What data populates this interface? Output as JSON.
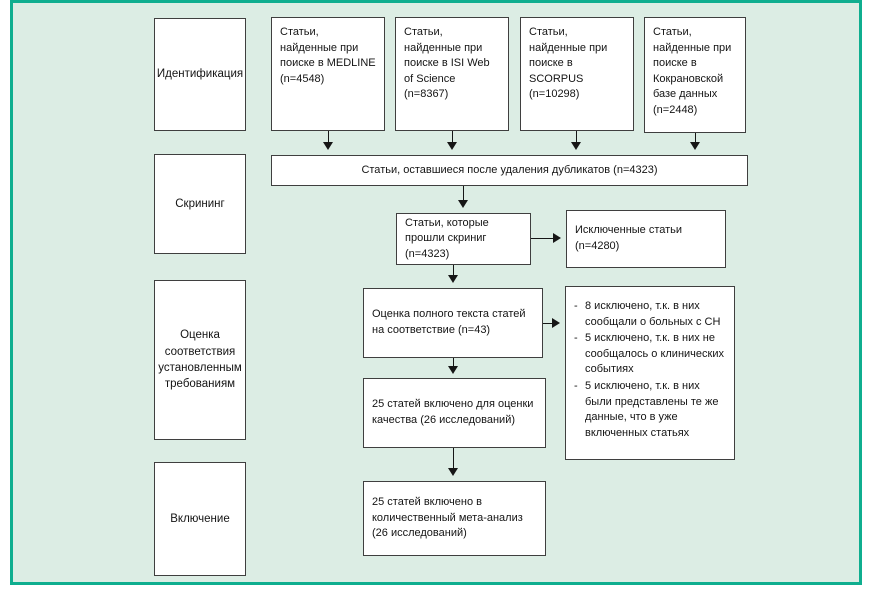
{
  "figure": {
    "type": "prisma-flow-diagram",
    "panel_background": "#dcede4",
    "panel_border_color": "#0fae8f",
    "box_border_color": "#3f3f3f"
  },
  "stages": {
    "identification": "Идентификация",
    "screening": "Скрининг",
    "eligibility": "Оценка соответствия установленным требованиям",
    "inclusion": "Включение"
  },
  "boxes": {
    "medline": "Статьи, найденные при поиске в MEDLINE (n=4548)",
    "isi": "Статьи, найденные при поиске в ISI Web of Science (n=8367)",
    "scorpus": "Статьи, найденные при поиске в SCORPUS (n=10298)",
    "cochrane": "Статьи, найденные при поиске в Кокрановской базе данных (n=2448)",
    "dedup": "Статьи, оставшиеся после удаления дубликатов (n=4323)",
    "screened": "Статьи, которые прошли скриниг (n=4323)",
    "excluded": "Исключенные статьи (n=4280)",
    "fulltext": "Оценка полного текста статей на соответствие (n=43)",
    "quality": "25 статей включено для оценки качества (26 исследований)",
    "meta": "25 статей включено в количественный мета-анализ (26 исследований)"
  },
  "exclusion_reasons": {
    "marker": "-",
    "items": [
      "8 исключено, т.к. в них сообщали о больных с СН",
      "5 исключено, т.к. в них не сообщалось о клинических событиях",
      "5 исключено, т.к. в них были представлены те же данные, что в уже включенных статьях"
    ]
  }
}
